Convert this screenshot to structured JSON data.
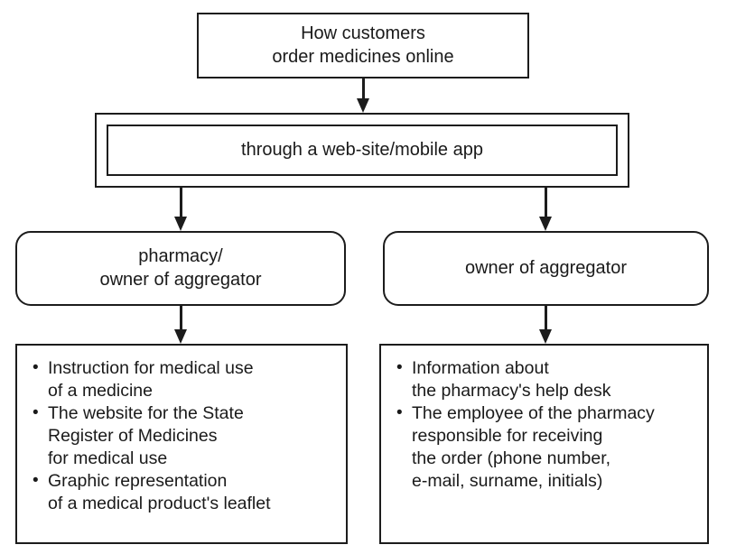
{
  "diagram": {
    "title_node": {
      "text": "How customers\norder medicines online"
    },
    "channel_node": {
      "text": "through a web-site/mobile app"
    },
    "actors": [
      {
        "text": "pharmacy/\nowner of aggregator"
      },
      {
        "text": "owner of aggregator"
      }
    ],
    "lists": [
      {
        "items": [
          "Instruction for medical use\nof a medicine",
          "The website for the State\nRegister of Medicines\nfor medical use",
          "Graphic representation\nof a medical product's leaflet"
        ]
      },
      {
        "items": [
          "Information about\nthe pharmacy's help desk",
          "The employee of the pharmacy\nresponsible for receiving\nthe order (phone number,\ne-mail, surname, initials)"
        ]
      }
    ],
    "connectors": [
      {
        "name": "title-to-channel"
      },
      {
        "name": "channel-to-pharmacy"
      },
      {
        "name": "channel-to-aggregator"
      },
      {
        "name": "pharmacy-to-list"
      },
      {
        "name": "aggregator-to-list"
      }
    ],
    "colors": {
      "stroke": "#1c1c1c",
      "background": "#ffffff",
      "text": "#1a1a1a"
    }
  }
}
